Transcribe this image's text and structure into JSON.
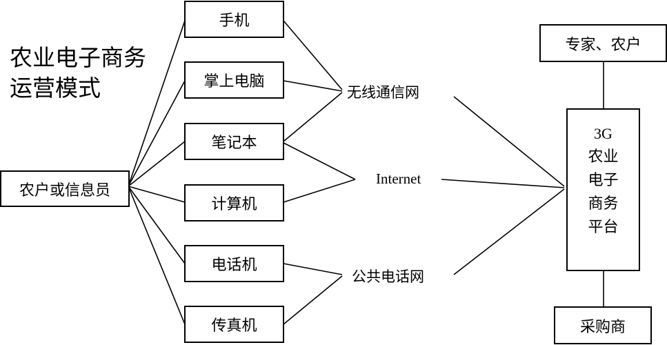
{
  "title": {
    "line1": "农业电子商务",
    "line2": "运营模式"
  },
  "nodes": {
    "user": "农户或信息员",
    "phone": "手机",
    "pda": "掌上电脑",
    "laptop": "笔记本",
    "computer": "计算机",
    "telephone": "电话机",
    "fax": "传真机",
    "wireless": "无线通信网",
    "internet": "Internet",
    "pstn": "公共电话网",
    "experts": "专家、农户",
    "platform": [
      "3G",
      "农业",
      "电子",
      "商务",
      "平台"
    ],
    "purchaser": "采购商"
  }
}
